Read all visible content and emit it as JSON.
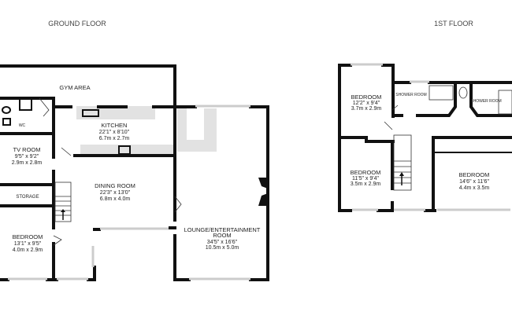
{
  "floors": [
    {
      "title": "GROUND FLOOR",
      "rooms": [
        {
          "name": "GYM AREA"
        },
        {
          "name": "WC"
        },
        {
          "name": "KITCHEN",
          "imperial": "22'1\"  x 8'10\"",
          "metric": "6.7m  x 2.7m"
        },
        {
          "name": "TV ROOM",
          "imperial": "9'5\"  x 9'2\"",
          "metric": "2.9m  x 2.8m"
        },
        {
          "name": "STORAGE"
        },
        {
          "name": "DINING ROOM",
          "imperial": "22'3\"  x 13'0\"",
          "metric": "6.8m  x 4.0m"
        },
        {
          "name": "BEDROOM",
          "imperial": "13'1\"  x 9'5\"",
          "metric": "4.0m  x 2.9m"
        },
        {
          "name": "LOUNGE/ENTERTAINMENT",
          "name2": "ROOM",
          "imperial": "34'5\"  x 16'6\"",
          "metric": "10.5m  x 5.0m"
        }
      ]
    },
    {
      "title": "1ST FLOOR",
      "rooms": [
        {
          "name": "BEDROOM",
          "imperial": "12'2\"  x 9'4\"",
          "metric": "3.7m  x 2.9m"
        },
        {
          "name": "SHOWER ROOM"
        },
        {
          "name": "SHOWER ROOM"
        },
        {
          "name": "BEDROOM",
          "imperial": "11'5\"  x 9'4\"",
          "metric": "3.5m  x 2.9m"
        },
        {
          "name": "BEDROOM",
          "imperial": "14'6\"  x 11'6\"",
          "metric": "4.4m  x 3.5m"
        }
      ]
    }
  ]
}
